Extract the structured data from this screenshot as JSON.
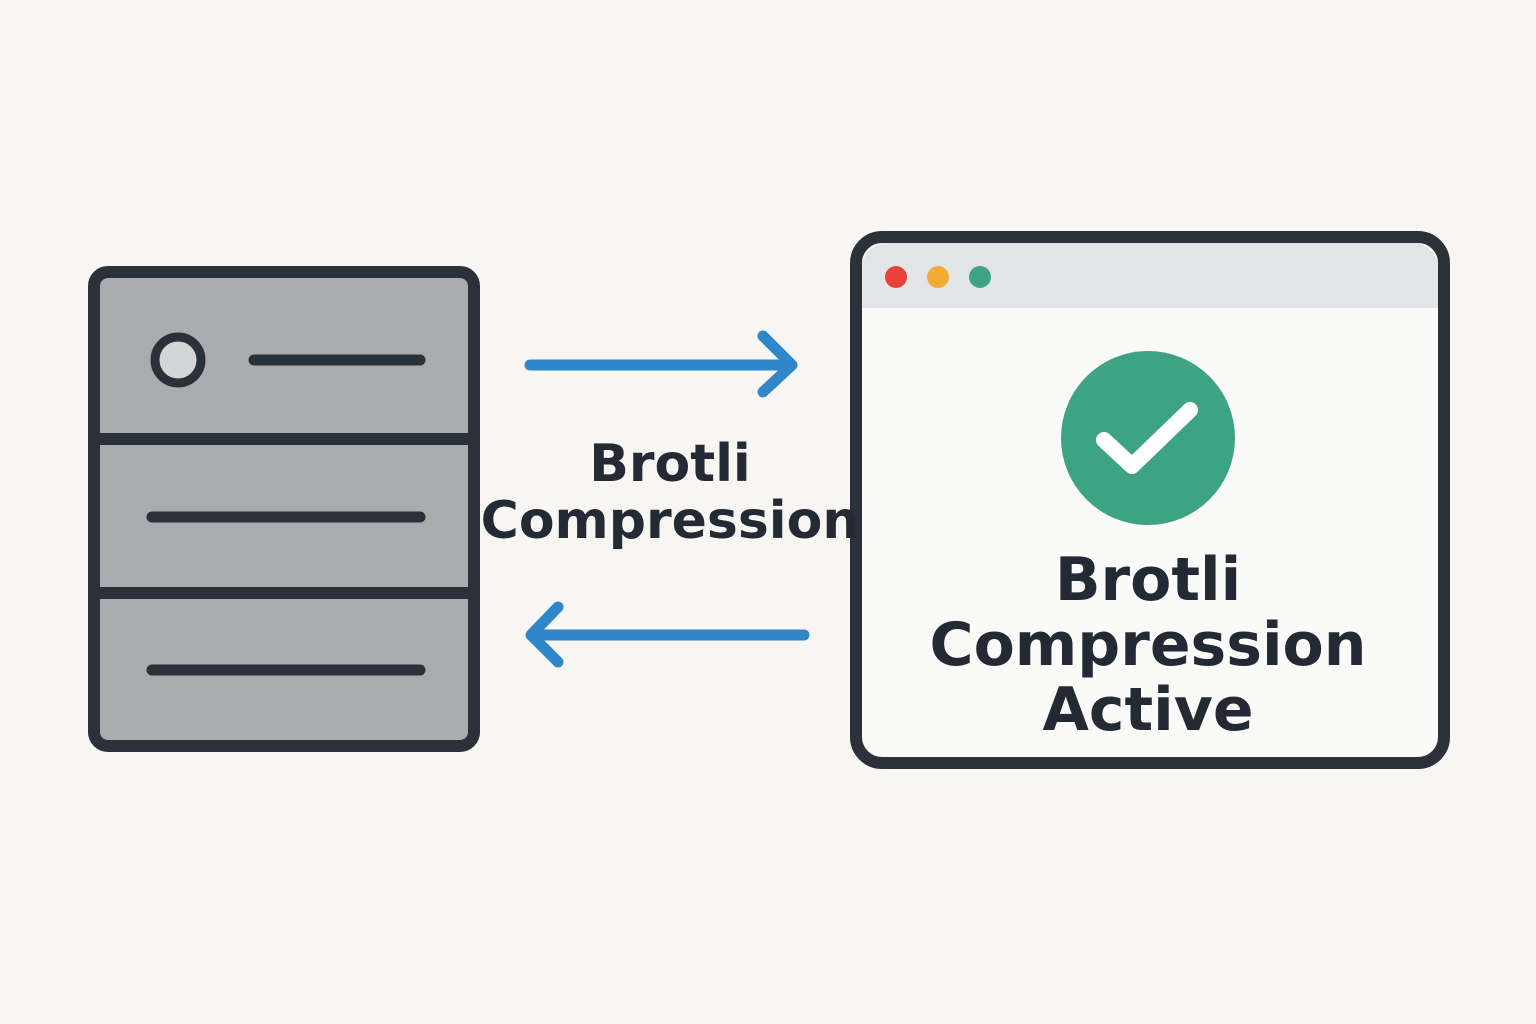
{
  "diagram": {
    "middle_label": {
      "line1": "Brotli",
      "line2": "Compression"
    },
    "browser_label": {
      "line1": "Brotli",
      "line2": "Compression",
      "line3": "Active"
    },
    "colors": {
      "outline": "#2b3138",
      "server_fill": "#a9abae",
      "arrow": "#2f86c8",
      "check": "#3ea382",
      "red": "#e8423b",
      "yellow": "#f1ad33",
      "green": "#3ea382",
      "titlebar": "#e3e4e6"
    }
  }
}
